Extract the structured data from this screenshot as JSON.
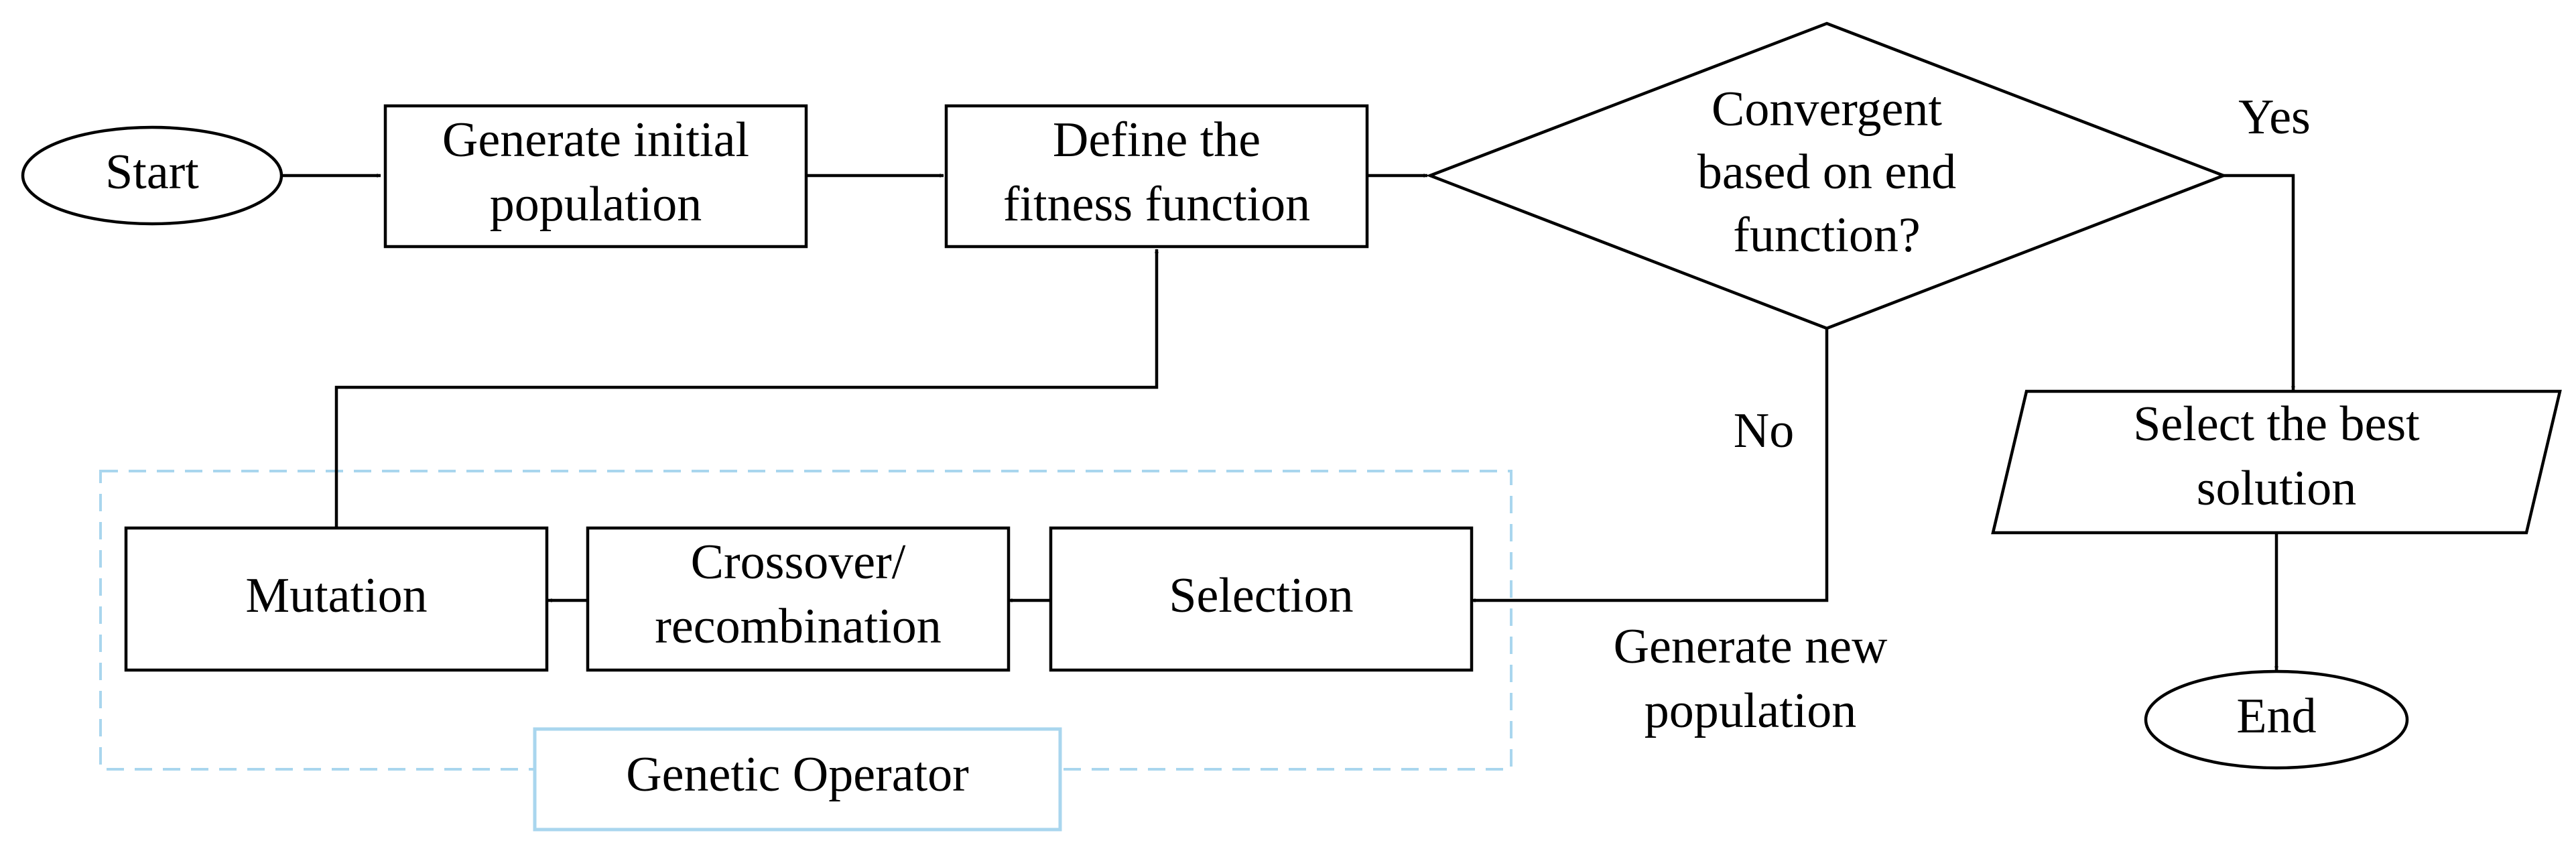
{
  "nodes": {
    "start": "Start",
    "generate_initial": [
      "Generate initial",
      "population"
    ],
    "define_fitness": [
      "Define the",
      "fitness function"
    ],
    "convergent": [
      "Convergent",
      "based on end",
      "function?"
    ],
    "select_best": [
      "Select the best",
      "solution"
    ],
    "end": "End",
    "selection": "Selection",
    "crossover": [
      "Crossover/",
      "recombination"
    ],
    "mutation": "Mutation"
  },
  "edge_labels": {
    "yes": "Yes",
    "no": "No",
    "generate_new": [
      "Generate new",
      "population"
    ]
  },
  "group": {
    "label": "Genetic Operator"
  },
  "colors": {
    "stroke": "#000000",
    "group_border": "#a9d6ee"
  }
}
